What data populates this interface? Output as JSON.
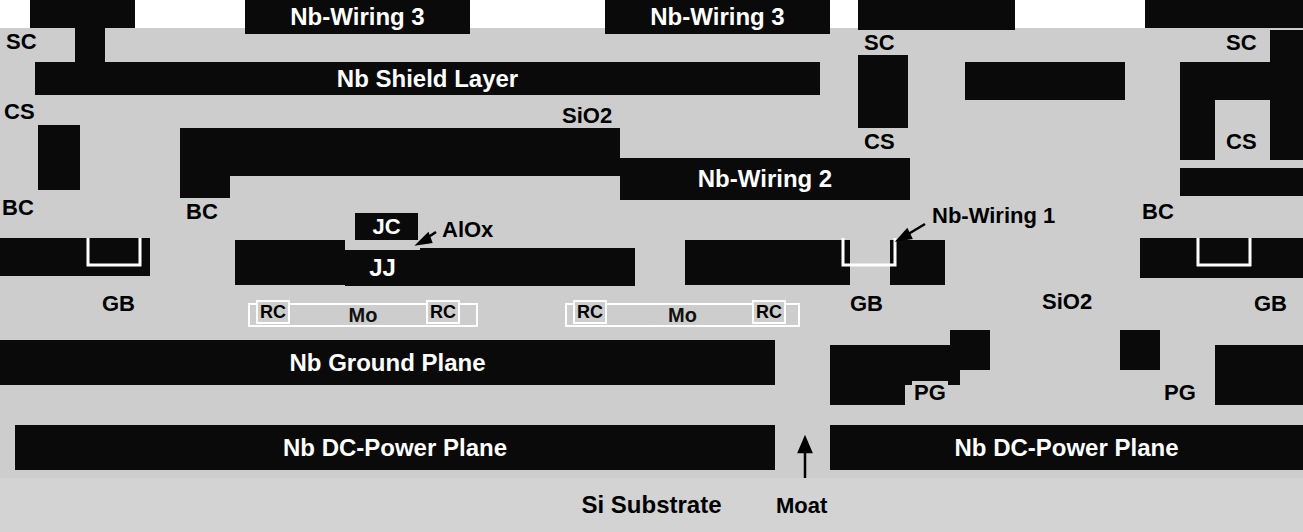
{
  "diagram": {
    "nodes": [
      {
        "text": [
          "Nb-Wiring 3"
        ]
      },
      {
        "text": [
          "Nb-Wiring 3"
        ]
      },
      {
        "text": [
          "Nb Shield Layer"
        ]
      },
      {
        "text": [
          "JC"
        ]
      },
      {
        "text": [
          "Nb-Wiring 2"
        ]
      },
      {
        "text": [
          "JJ"
        ]
      },
      {
        "text": [
          "Mo"
        ]
      },
      {
        "text": [
          "Mo"
        ]
      },
      {
        "text": [
          "Nb Ground Plane"
        ]
      },
      {
        "text": [
          "Nb DC-Power Plane"
        ]
      },
      {
        "text": [
          "Nb DC-Power Plane"
        ]
      },
      {
        "text": [
          "Si Substrate"
        ]
      }
    ],
    "labels": [
      "SC",
      "SC",
      "SC",
      "CS",
      "CS",
      "CS",
      "SiO2",
      "AlOx",
      "BC",
      "BC",
      "BC",
      "Nb-Wiring 1",
      "RC",
      "RC",
      "RC",
      "RC",
      "GB",
      "GB",
      "GB",
      "SiO2",
      "PG",
      "PG",
      "Moat"
    ]
  }
}
